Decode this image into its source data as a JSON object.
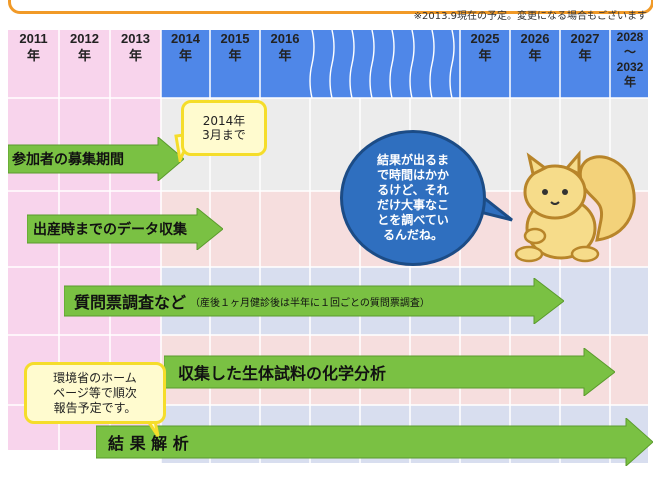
{
  "note": "※2013.9現在の予定。変更になる場合もございます",
  "years": [
    {
      "year": "2011",
      "suffix": "年"
    },
    {
      "year": "2012",
      "suffix": "年"
    },
    {
      "year": "2013",
      "suffix": "年"
    },
    {
      "year": "2014",
      "suffix": "年"
    },
    {
      "year": "2015",
      "suffix": "年"
    },
    {
      "year": "2016",
      "suffix": "年"
    },
    {
      "year": "2025",
      "suffix": "年"
    },
    {
      "year": "2026",
      "suffix": "年"
    },
    {
      "year": "2027",
      "suffix": "年"
    },
    {
      "year": "2028",
      "tilde": "～",
      "year_end": "2032",
      "suffix": "年"
    }
  ],
  "callout_2014": {
    "line1": "2014年",
    "line2": "3月まで"
  },
  "arrows": {
    "recruit": "参加者の募集期間",
    "data_collection": "出産時までのデータ収集",
    "questionnaire": "質問票調査など",
    "questionnaire_note": "（産後１ヶ月健診後は半年に１回ごとの質問票調査）",
    "chemical": "収集した生体試料の化学分析",
    "analysis": "結 果 解 析"
  },
  "bubble": {
    "lines": [
      "結果が出るま",
      "で時間はかか",
      "るけど、それ",
      "だけ大事なこ",
      "とを調べてい",
      "るんだね。"
    ]
  },
  "callout_moe": {
    "lines": [
      "環境省のホーム",
      "ページ等で順次",
      "報告予定です。"
    ]
  },
  "colors": {
    "past_col": "#f8d4ec",
    "header_blue": "#4f87e8",
    "arrow_green": "#7ac143",
    "row_gray": "#ececec",
    "row_pink": "#f6dede",
    "row_blue": "#d8deef",
    "callout_border": "#f5dd2a",
    "bubble_blue": "#2f6fbf"
  }
}
